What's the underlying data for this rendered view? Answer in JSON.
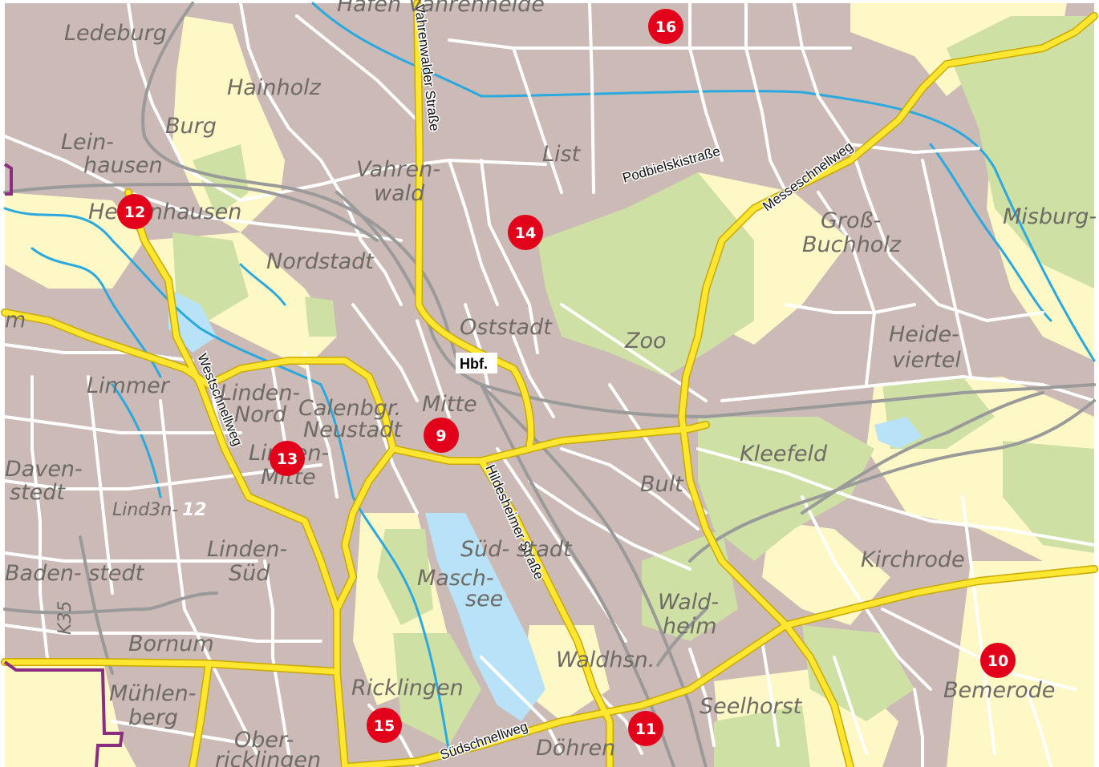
{
  "colors": {
    "urban": "#cbbab5",
    "green": "#cfe0a5",
    "open": "#fef8c6",
    "water": "#b7e2f7",
    "highway": "#ffe630",
    "marker": "#e2001a",
    "border": "#8b2e7f"
  },
  "districts": [
    {
      "id": "ledeburg",
      "lines": [
        "Ledeburg"
      ]
    },
    {
      "id": "hainholz",
      "lines": [
        "Hainholz"
      ]
    },
    {
      "id": "burg",
      "lines": [
        "Burg"
      ]
    },
    {
      "id": "leinhausen",
      "lines": [
        "Lein-",
        "hausen"
      ]
    },
    {
      "id": "herrenhausen",
      "lines": [
        "Herrenhausen"
      ]
    },
    {
      "id": "vahrenwald",
      "lines": [
        "Vahren-",
        "wald"
      ]
    },
    {
      "id": "list",
      "lines": [
        "List"
      ]
    },
    {
      "id": "nordstadt",
      "lines": [
        "Nordstadt"
      ]
    },
    {
      "id": "oststadt",
      "lines": [
        "Oststadt"
      ]
    },
    {
      "id": "zoo",
      "lines": [
        "Zoo"
      ]
    },
    {
      "id": "grossbuchholz",
      "lines": [
        "Groß-",
        "Buchholz"
      ]
    },
    {
      "id": "misburg",
      "lines": [
        "Misburg-"
      ]
    },
    {
      "id": "heideviertel",
      "lines": [
        "Heide-",
        "viertel"
      ]
    },
    {
      "id": "limmer",
      "lines": [
        "Limmer"
      ]
    },
    {
      "id": "lindennord",
      "lines": [
        "Linden-",
        "Nord"
      ]
    },
    {
      "id": "calenberger",
      "lines": [
        "Calenbgr.",
        "Neustadt"
      ]
    },
    {
      "id": "mitte",
      "lines": [
        "Mitte"
      ]
    },
    {
      "id": "kleefeld",
      "lines": [
        "Kleefeld"
      ]
    },
    {
      "id": "davenstedt",
      "lines": [
        "Daven-",
        "stedt"
      ]
    },
    {
      "id": "lindenmitte",
      "lines": [
        "Linden-",
        "Mitte"
      ]
    },
    {
      "id": "bult",
      "lines": [
        "Bult"
      ]
    },
    {
      "id": "lindensued",
      "lines": [
        "Linden-",
        "Süd"
      ]
    },
    {
      "id": "suedstadt",
      "lines": [
        "Süd-   stadt"
      ]
    },
    {
      "id": "kirchrode",
      "lines": [
        "Kirchrode"
      ]
    },
    {
      "id": "badenstedt",
      "lines": [
        "Baden-  stedt"
      ]
    },
    {
      "id": "maschsee",
      "lines": [
        "Masch-",
        "see"
      ]
    },
    {
      "id": "waldheim",
      "lines": [
        "Wald-",
        "heim"
      ]
    },
    {
      "id": "bornum",
      "lines": [
        "Bornum"
      ]
    },
    {
      "id": "waldhausen",
      "lines": [
        "Waldhsn."
      ]
    },
    {
      "id": "bemerode",
      "lines": [
        "Bemerode"
      ]
    },
    {
      "id": "ricklingen",
      "lines": [
        "Ricklingen"
      ]
    },
    {
      "id": "seelhorst",
      "lines": [
        "Seelhorst"
      ]
    },
    {
      "id": "muehlenberg",
      "lines": [
        "Mühlen-",
        "berg"
      ]
    },
    {
      "id": "oberricklingen",
      "lines": [
        "Ober-",
        "ricklingen"
      ]
    },
    {
      "id": "doehren",
      "lines": [
        "Döhren"
      ]
    },
    {
      "id": "hafen",
      "lines": [
        "Hafen   Vahrenheide"
      ]
    },
    {
      "id": "west_edge",
      "lines": [
        "m"
      ]
    }
  ],
  "streets": {
    "vahrenwalder": "Vahrenwalder Straße",
    "podbielski": "Podbielskistraße",
    "messeschnellweg": "Messeschnellweg",
    "westschnellweg": "Westschnellweg",
    "hildesheimer": "Hildesheimer Straße",
    "suedschnellweg": "Südschnellweg",
    "k35": "K35",
    "b_label": "Lind3n-",
    "b_label_num": "12"
  },
  "station": {
    "label": "Hbf."
  },
  "markers": [
    {
      "number": "16"
    },
    {
      "number": "12"
    },
    {
      "number": "14"
    },
    {
      "number": "9"
    },
    {
      "number": "13"
    },
    {
      "number": "10"
    },
    {
      "number": "15"
    },
    {
      "number": "11"
    }
  ]
}
